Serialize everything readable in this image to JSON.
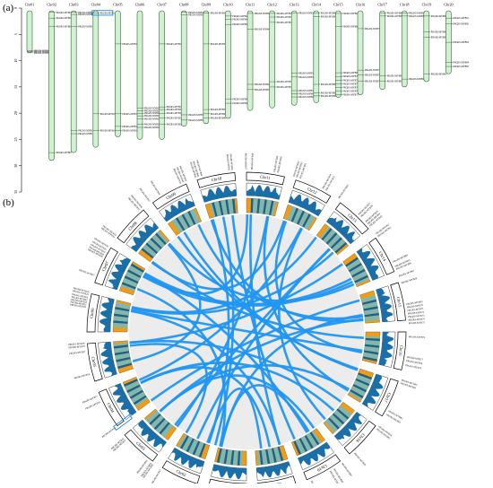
{
  "panel_a": {
    "label": "(a)",
    "axis_ticks": [
      "0",
      "5",
      "10",
      "15",
      "20",
      "25",
      "30",
      "35"
    ],
    "chromosomes": [
      {
        "name": "Chr01",
        "length_mb": 8.5,
        "genes": [
          "PRGRS-MYB01",
          "PRGRS-MYB02",
          "PRGRS-MYB03"
        ],
        "positions_mb": [
          7.6,
          7.8,
          8.0
        ]
      },
      {
        "name": "Chr02",
        "length_mb": 29.0,
        "genes": [
          "PRGRS-MYB04",
          "PRGRS-MYB05",
          "PRGRS-MYB06",
          "PRGRS-MYB07"
        ],
        "positions_mb": [
          0.3,
          1.4,
          3.0,
          27.0
        ]
      },
      {
        "name": "Chr03",
        "length_mb": 27.5,
        "genes": [
          "PRGRS-MYB08",
          "PRGRS-MYB09",
          "PRGRS-MYB10",
          "PRGRS-MYB11",
          "PRGRS-MYB12"
        ],
        "positions_mb": [
          0.3,
          0.7,
          3.0,
          22.8,
          23.4
        ]
      },
      {
        "name": "Chr04",
        "length_mb": 26.5,
        "genes": [
          "PRGRS-MYB13",
          "PRGRS-MYB14",
          "PRGRS-MYB15"
        ],
        "positions_mb": [
          0.4,
          19.6,
          22.8
        ]
      },
      {
        "name": "Chr05",
        "length_mb": 24.5,
        "genes": [
          "PRGRS-MYB16",
          "PRGRS-MYB17",
          "PRGRS-MYB18",
          "PRGRS-MYB19"
        ],
        "positions_mb": [
          6.3,
          19.6,
          22.0,
          22.8
        ]
      },
      {
        "name": "Chr06",
        "length_mb": 25.0,
        "genes": [
          "PRGRS-MYB20",
          "PRGRS-MYB21",
          "PRGRS-MYB22",
          "PRGRS-MYB23",
          "PRGRS-MYB24",
          "PRGRS-MYB25",
          "PRGRS-MYB26"
        ],
        "positions_mb": [
          18.5,
          19.0,
          19.5,
          20.0,
          20.6,
          21.6,
          22.2
        ]
      },
      {
        "name": "Chr07",
        "length_mb": 25.0,
        "genes": [
          "PRGRS-MYB27",
          "PRGRS-MYB28",
          "PRGRS-MYB29",
          "PRGRS-MYB30",
          "PRGRS-MYB31",
          "PRGRS-MYB32"
        ],
        "positions_mb": [
          6.3,
          18.3,
          18.8,
          19.5,
          20.4,
          21.6
        ]
      },
      {
        "name": "Chr08",
        "length_mb": 22.5,
        "genes": [
          "PRGRS-MYB33",
          "PRGRS-MYB34",
          "PRGRS-MYB35",
          "PRGRS-MYB36"
        ],
        "positions_mb": [
          0.3,
          0.8,
          19.8,
          20.8
        ]
      },
      {
        "name": "Chr09",
        "length_mb": 22.0,
        "genes": [
          "PRGRS-MYB37",
          "PRGRS-MYB38",
          "PRGRS-MYB39",
          "PRGRS-MYB40",
          "PRGRS-MYB41"
        ],
        "positions_mb": [
          0.4,
          6.3,
          18.8,
          19.6,
          20.4
        ]
      },
      {
        "name": "Chr10",
        "length_mb": 21.0,
        "genes": [
          "PRGRS-MYB42",
          "PRGRS-MYB43",
          "PRGRS-MYB44",
          "PRGRS-MYB45",
          "PRGRS-MYB46"
        ],
        "positions_mb": [
          1.0,
          1.6,
          2.6,
          16.8,
          17.6
        ]
      },
      {
        "name": "Chr11",
        "length_mb": 19.5,
        "genes": [
          "PRGRS-MYB47",
          "PRGRS-MYB48",
          "PRGRS-MYB49",
          "PRGRS-MYB50"
        ],
        "positions_mb": [
          0.5,
          3.5,
          14.0,
          15.0
        ]
      },
      {
        "name": "Chr12",
        "length_mb": 19.0,
        "genes": [
          "PRGRS-MYB51",
          "PRGRS-MYB52",
          "PRGRS-MYB53",
          "PRGRS-MYB54",
          "PRGRS-MYB55"
        ],
        "positions_mb": [
          0.5,
          1.2,
          2.2,
          13.5,
          14.5
        ]
      },
      {
        "name": "Chr13",
        "length_mb": 18.5,
        "genes": [
          "PRGRS-MYB56",
          "PRGRS-MYB57",
          "PRGRS-MYB58",
          "PRGRS-MYB59",
          "PRGRS-MYB60",
          "PRGRS-MYB61"
        ],
        "positions_mb": [
          0.4,
          11.9,
          12.6,
          15.2,
          15.8,
          16.4
        ]
      },
      {
        "name": "Chr14",
        "length_mb": 18.0,
        "genes": [
          "PRGRS-MYB62",
          "PRGRS-MYB63",
          "PRGRS-MYB64",
          "PRGRS-MYB65",
          "PRGRS-MYB66"
        ],
        "positions_mb": [
          0.4,
          1.1,
          14.0,
          15.6,
          16.2
        ]
      },
      {
        "name": "Chr15",
        "length_mb": 17.0,
        "genes": [
          "PRGRS-MYB67",
          "PRGRS-MYB68",
          "PRGRS-MYB69",
          "PRGRS-MYB70",
          "PRGRS-MYB71",
          "PRGRS-MYB72",
          "PRGRS-MYB73",
          "PRGRS-MYB74",
          "PRGRS-MYB75"
        ],
        "positions_mb": [
          0.5,
          3.0,
          11.8,
          12.5,
          13.2,
          13.9,
          14.6,
          15.3,
          16.0
        ]
      },
      {
        "name": "Chr16",
        "length_mb": 16.5,
        "genes": [
          "PRGRS-MYB76",
          "PRGRS-MYB77",
          "PRGRS-MYB78",
          "PRGRS-MYB79"
        ],
        "positions_mb": [
          3.4,
          11.3,
          12.2,
          13.4
        ]
      },
      {
        "name": "Chr17",
        "length_mb": 15.5,
        "genes": [
          "PRGRS-MYB80",
          "PRGRS-MYB81",
          "PRGRS-MYB82",
          "PRGRS-MYB83"
        ],
        "positions_mb": [
          0.4,
          1.0,
          12.4,
          13.4
        ]
      },
      {
        "name": "Chr18",
        "length_mb": 15.0,
        "genes": [
          "PRGRS-MYB84",
          "PRGRS-MYB85",
          "PRGRS-MYB86"
        ],
        "positions_mb": [
          0.4,
          1.0,
          13.0
        ]
      },
      {
        "name": "Chr19",
        "length_mb": 14.0,
        "genes": [
          "PRGRS-MYB87",
          "PRGRS-MYB88",
          "PRGRS-MYB89",
          "PRGRS-MYB90"
        ],
        "positions_mb": [
          1.0,
          4.0,
          5.0,
          12.0
        ]
      },
      {
        "name": "Chr20",
        "length_mb": 12.5,
        "genes": [
          "PRGRS-MYB91",
          "PRGRS-MYB92",
          "PRGRS-MYB93",
          "PRGRS-MYB94",
          "PRGRS-MYB95"
        ],
        "positions_mb": [
          1.4,
          2.5,
          6.0,
          9.8,
          10.6
        ]
      }
    ]
  },
  "panel_b": {
    "label": "(b)",
    "links": [
      [
        0,
        9.5,
        9,
        10.0
      ],
      [
        1,
        27.0,
        4,
        20.0
      ],
      [
        2,
        3.0,
        12,
        12.3
      ],
      [
        3,
        20.0,
        17,
        6.5
      ],
      [
        5,
        19.0,
        15,
        11.0
      ],
      [
        6,
        18.5,
        13,
        14.0
      ],
      [
        7,
        0.5,
        11,
        1.0
      ],
      [
        8,
        19.0,
        14,
        13.0
      ],
      [
        10,
        3.0,
        19,
        1.5
      ],
      [
        16,
        12.6,
        2,
        23.0
      ],
      [
        18,
        5.0,
        6,
        21.0
      ],
      [
        1,
        1.5,
        9,
        2.0
      ],
      [
        4,
        6.3,
        7,
        20.0
      ],
      [
        12,
        15.5,
        5,
        21.0
      ],
      [
        14,
        3.0,
        3,
        0.5
      ],
      [
        0,
        8.0,
        6,
        6.3
      ],
      [
        9,
        17.0,
        18,
        12.0
      ],
      [
        2,
        0.5,
        10,
        14.5
      ],
      [
        15,
        3.5,
        7,
        1.0
      ],
      [
        19,
        9.8,
        1,
        3.0
      ],
      [
        13,
        1.0,
        4,
        22.5
      ],
      [
        17,
        13.0,
        11,
        14.0
      ],
      [
        8,
        6.3,
        16,
        1.0
      ],
      [
        5,
        22.0,
        12,
        0.5
      ],
      [
        3,
        19.6,
        19,
        6.0
      ],
      [
        11,
        2.2,
        15,
        12.0
      ],
      [
        14,
        12.0,
        0,
        7.8
      ],
      [
        6,
        19.5,
        10,
        0.5
      ],
      [
        18,
        1.0,
        2,
        22.8
      ],
      [
        7,
        20.8,
        13,
        15.8
      ],
      [
        4,
        22.8,
        17,
        0.5
      ],
      [
        9,
        1.0,
        14,
        15.0
      ],
      [
        1,
        14.0,
        12,
        12.0
      ],
      [
        16,
        0.5,
        8,
        0.5
      ],
      [
        19,
        1.4,
        5,
        18.5
      ],
      [
        3,
        22.8,
        11,
        13.5
      ],
      [
        10,
        15.0,
        16,
        13.4
      ],
      [
        2,
        22.8,
        14,
        14.6
      ],
      [
        13,
        11.9,
        6,
        21.6
      ],
      [
        0,
        7.6,
        18,
        4.0
      ]
    ],
    "highlight": {
      "chromosome": 3,
      "gene": "PRGRS-MYB13"
    },
    "colors": {
      "link": "#2196f3",
      "band_orange": "#f39c12",
      "band_teal": "#7fb8b0",
      "band_blue": "#1f5f8b",
      "density": "#1a6fa8",
      "highlight": "#1e88e5",
      "chrom_fill": "#d4f0d4"
    }
  }
}
